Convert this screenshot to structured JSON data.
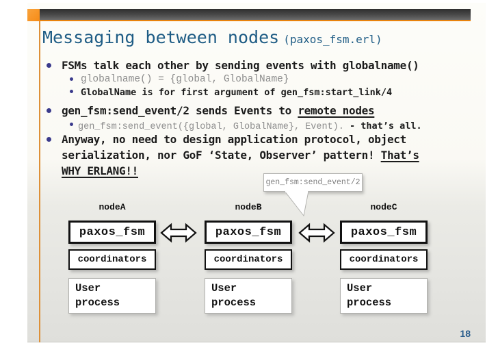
{
  "colors": {
    "accent_orange": "#f7941e",
    "title_blue": "#1e5c85",
    "bullet_indigo": "#3a3a8c",
    "code_gray": "#8c8c8c",
    "page_number_blue": "#2a5d8c",
    "bar_dark_gray": "#3a3a3a",
    "box_border_black": "#111111"
  },
  "header": {
    "title": "Messaging between nodes",
    "title_suffix": "(paxos_fsm.erl)"
  },
  "bullets": {
    "b1": "FSMs talk each other by sending events with globalname()",
    "b1_sub1": "globalname() = {global, GlobalName}",
    "b1_sub2": "GlobalName is for first argument of gen_fsm:start_link/4",
    "b2_lead": "gen_fsm:send_event/2 sends Events to ",
    "b2_emph": "remote nodes",
    "b2_sub_code": "gen_fsm:send_event({global, GlobalName}, Event). ",
    "b2_sub_tail": "- that’s all.",
    "b3_line1": "Anyway, no need to design application protocol, object",
    "b3_line2": "serialization, nor GoF ‘State, Observer’ pattern! ",
    "b3_line2_emph": "That’s",
    "b3_line3_emph": "WHY ERLANG!!"
  },
  "callout": {
    "label": "gen_fsm:send_event/2"
  },
  "diagram": {
    "columns": [
      {
        "node": "nodeA",
        "fsm": "paxos_fsm",
        "coordinators": "coordinators",
        "user_l1": "User",
        "user_l2": "process"
      },
      {
        "node": "nodeB",
        "fsm": "paxos_fsm",
        "coordinators": "coordinators",
        "user_l1": "User",
        "user_l2": "process"
      },
      {
        "node": "nodeC",
        "fsm": "paxos_fsm",
        "coordinators": "coordinators",
        "user_l1": "User",
        "user_l2": "process"
      }
    ]
  },
  "footer": {
    "page_number": "18"
  }
}
